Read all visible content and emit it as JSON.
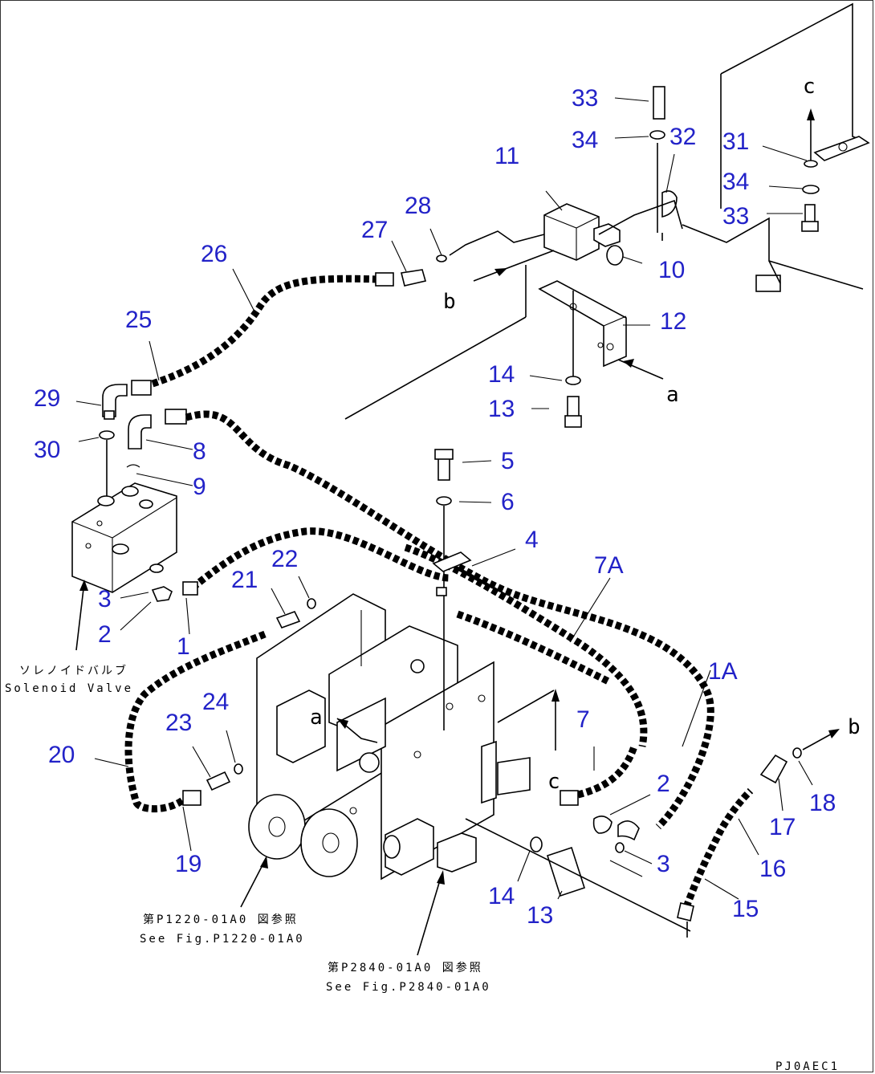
{
  "diagram": {
    "code": "PJ0AEC1",
    "callouts": [
      {
        "id": "c33a",
        "label": "33"
      },
      {
        "id": "c34a",
        "label": "34"
      },
      {
        "id": "c32",
        "label": "32"
      },
      {
        "id": "c31",
        "label": "31"
      },
      {
        "id": "c34b",
        "label": "34"
      },
      {
        "id": "c33b",
        "label": "33"
      },
      {
        "id": "c11",
        "label": "11"
      },
      {
        "id": "c28",
        "label": "28"
      },
      {
        "id": "c27",
        "label": "27"
      },
      {
        "id": "c26",
        "label": "26"
      },
      {
        "id": "c10",
        "label": "10"
      },
      {
        "id": "c12",
        "label": "12"
      },
      {
        "id": "c25",
        "label": "25"
      },
      {
        "id": "c14a",
        "label": "14"
      },
      {
        "id": "c13a",
        "label": "13"
      },
      {
        "id": "c29",
        "label": "29"
      },
      {
        "id": "c30",
        "label": "30"
      },
      {
        "id": "c8",
        "label": "8"
      },
      {
        "id": "c9",
        "label": "9"
      },
      {
        "id": "c5",
        "label": "5"
      },
      {
        "id": "c6",
        "label": "6"
      },
      {
        "id": "c4",
        "label": "4"
      },
      {
        "id": "c7a",
        "label": "7A"
      },
      {
        "id": "c22",
        "label": "22"
      },
      {
        "id": "c21",
        "label": "21"
      },
      {
        "id": "c3a",
        "label": "3"
      },
      {
        "id": "c2a",
        "label": "2"
      },
      {
        "id": "c1",
        "label": "1"
      },
      {
        "id": "c1a",
        "label": "1A"
      },
      {
        "id": "c24",
        "label": "24"
      },
      {
        "id": "c23",
        "label": "23"
      },
      {
        "id": "c7",
        "label": "7"
      },
      {
        "id": "c20",
        "label": "20"
      },
      {
        "id": "c2b",
        "label": "2"
      },
      {
        "id": "c17",
        "label": "17"
      },
      {
        "id": "c18",
        "label": "18"
      },
      {
        "id": "c16",
        "label": "16"
      },
      {
        "id": "c3b",
        "label": "3"
      },
      {
        "id": "c19",
        "label": "19"
      },
      {
        "id": "c14b",
        "label": "14"
      },
      {
        "id": "c13b",
        "label": "13"
      },
      {
        "id": "c15",
        "label": "15"
      }
    ],
    "view_letters": [
      {
        "id": "vc_top",
        "label": "c"
      },
      {
        "id": "vb_top",
        "label": "b"
      },
      {
        "id": "va_right",
        "label": "a"
      },
      {
        "id": "va_mid",
        "label": "a"
      },
      {
        "id": "vc_mid",
        "label": "c"
      },
      {
        "id": "vb_right",
        "label": "b"
      }
    ],
    "notes": {
      "solenoid_jp": "ソレノイドバルブ",
      "solenoid_en": "Solenoid Valve",
      "ref1_jp": "第P1220-01A0 図参照",
      "ref1_en": "See Fig.P1220-01A0",
      "ref2_jp": "第P2840-01A0 図参照",
      "ref2_en": "See Fig.P2840-01A0"
    }
  }
}
